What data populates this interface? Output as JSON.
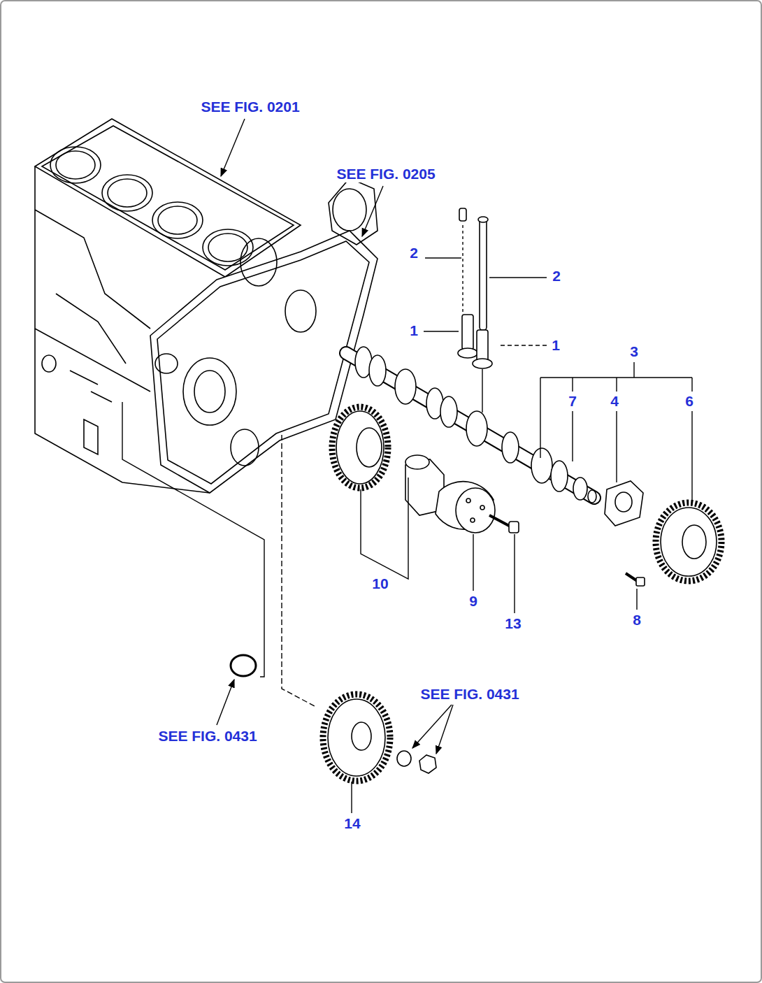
{
  "diagram": {
    "labels": [
      "SEE FIG. 0201",
      "SEE FIG. 0205",
      "2",
      "2",
      "1",
      "1",
      "3",
      "7",
      "4",
      "6",
      "10",
      "9",
      "13",
      "8",
      "SEE FIG. 0431",
      "SEE FIG. 0431",
      "14"
    ]
  }
}
